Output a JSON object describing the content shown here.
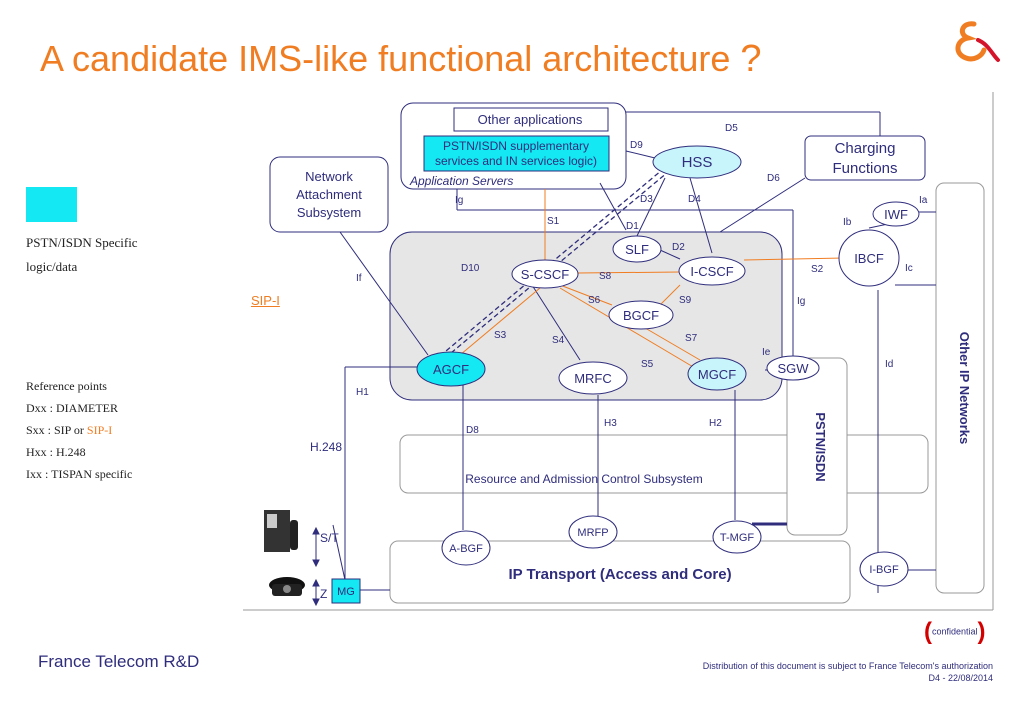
{
  "title": {
    "text": "A candidate IMS-like functional architecture",
    "mark": "?"
  },
  "legend": {
    "swatch_color": "#14e8f2",
    "line1": "PSTN/ISDN Specific",
    "line2": "logic/data"
  },
  "side_label": "SIP-I",
  "reference_points": {
    "heading": "Reference points",
    "dxx": "Dxx : DIAMETER",
    "sxx_prefix": "Sxx : SIP or ",
    "sxx_suffix": "SIP-I",
    "hxx": "Hxx : H.248",
    "ixx": "Ixx : TISPAN specific"
  },
  "footer": {
    "company": "France Telecom R&D",
    "confidential": "confidential",
    "distribution": "Distribution of this document is subject to France Telecom's authorization",
    "docref": "D4 - 22/08/2014"
  },
  "diagram": {
    "other_applications": "Other applications",
    "pstn_services_1": "PSTN/ISDN supplementary",
    "pstn_services_2": "services and IN services logic)",
    "application_servers": "Application Servers",
    "hss": "HSS",
    "charging_1": "Charging",
    "charging_2": "Functions",
    "nass_1": "Network",
    "nass_2": "Attachment",
    "nass_3": "Subsystem",
    "slf": "SLF",
    "scscf": "S-CSCF",
    "icscf": "I-CSCF",
    "bgcf": "BGCF",
    "agcf": "AGCF",
    "mrfc": "MRFC",
    "mgcf": "MGCF",
    "sgw": "SGW",
    "ibcf": "IBCF",
    "iwf": "IWF",
    "pstn_isdn": "PSTN/ISDN",
    "other_ip": "Other IP Networks",
    "racs": "Resource and Admission Control Subsystem",
    "ip_transport": "IP Transport (Access and Core)",
    "abgf": "A-BGF",
    "mrfp": "MRFP",
    "tmgf": "T-MGF",
    "ibgf": "I-BGF",
    "mg": "MG",
    "h248": "H.248",
    "st": "S/T",
    "z": "Z",
    "refs": {
      "d5": "D5",
      "d9": "D9",
      "d6": "D6",
      "d3": "D3",
      "d4": "D4",
      "d1": "D1",
      "d2": "D2",
      "d10": "D10",
      "d8": "D8",
      "ig1": "Ig",
      "ig2": "Ig",
      "s1": "S1",
      "s2": "S2",
      "s3": "S3",
      "s4": "S4",
      "s5": "S5",
      "s6": "S6",
      "s7": "S7",
      "s8": "S8",
      "s9": "S9",
      "if": "If",
      "ia": "Ia",
      "ib": "Ib",
      "ic": "Ic",
      "id": "Id",
      "ie": "Ie",
      "h1": "H1",
      "h2": "H2",
      "h3": "H3"
    }
  }
}
